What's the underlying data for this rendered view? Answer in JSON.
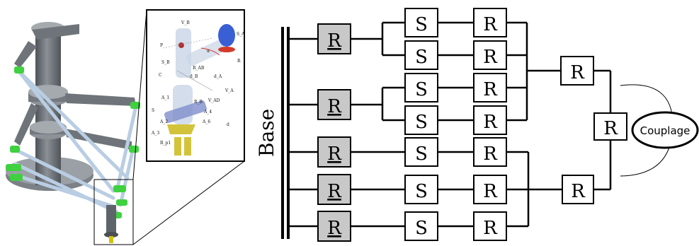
{
  "figure": {
    "base_label": "Base",
    "coupling_label": "Couplage",
    "actuated_joint": "R",
    "spherical_joint": "S",
    "revolute_joint": "R"
  },
  "inset": {
    "labels": [
      "V_B",
      "S_A",
      "P",
      "α",
      "R",
      "S_B",
      "R_AB",
      "C",
      "d_B",
      "d_A",
      "V_A",
      "V_AD",
      "A_1",
      "R_B",
      "A_4",
      "A_6",
      "S",
      "d",
      "A_2",
      "A_3",
      "R_p1"
    ]
  },
  "colors": {
    "actuated_fill": "#c8c8c8",
    "line": "#000000",
    "robot_gray": "#6e7479",
    "link_green": "#3fd13f",
    "rod_blue": "#b9cde3"
  }
}
